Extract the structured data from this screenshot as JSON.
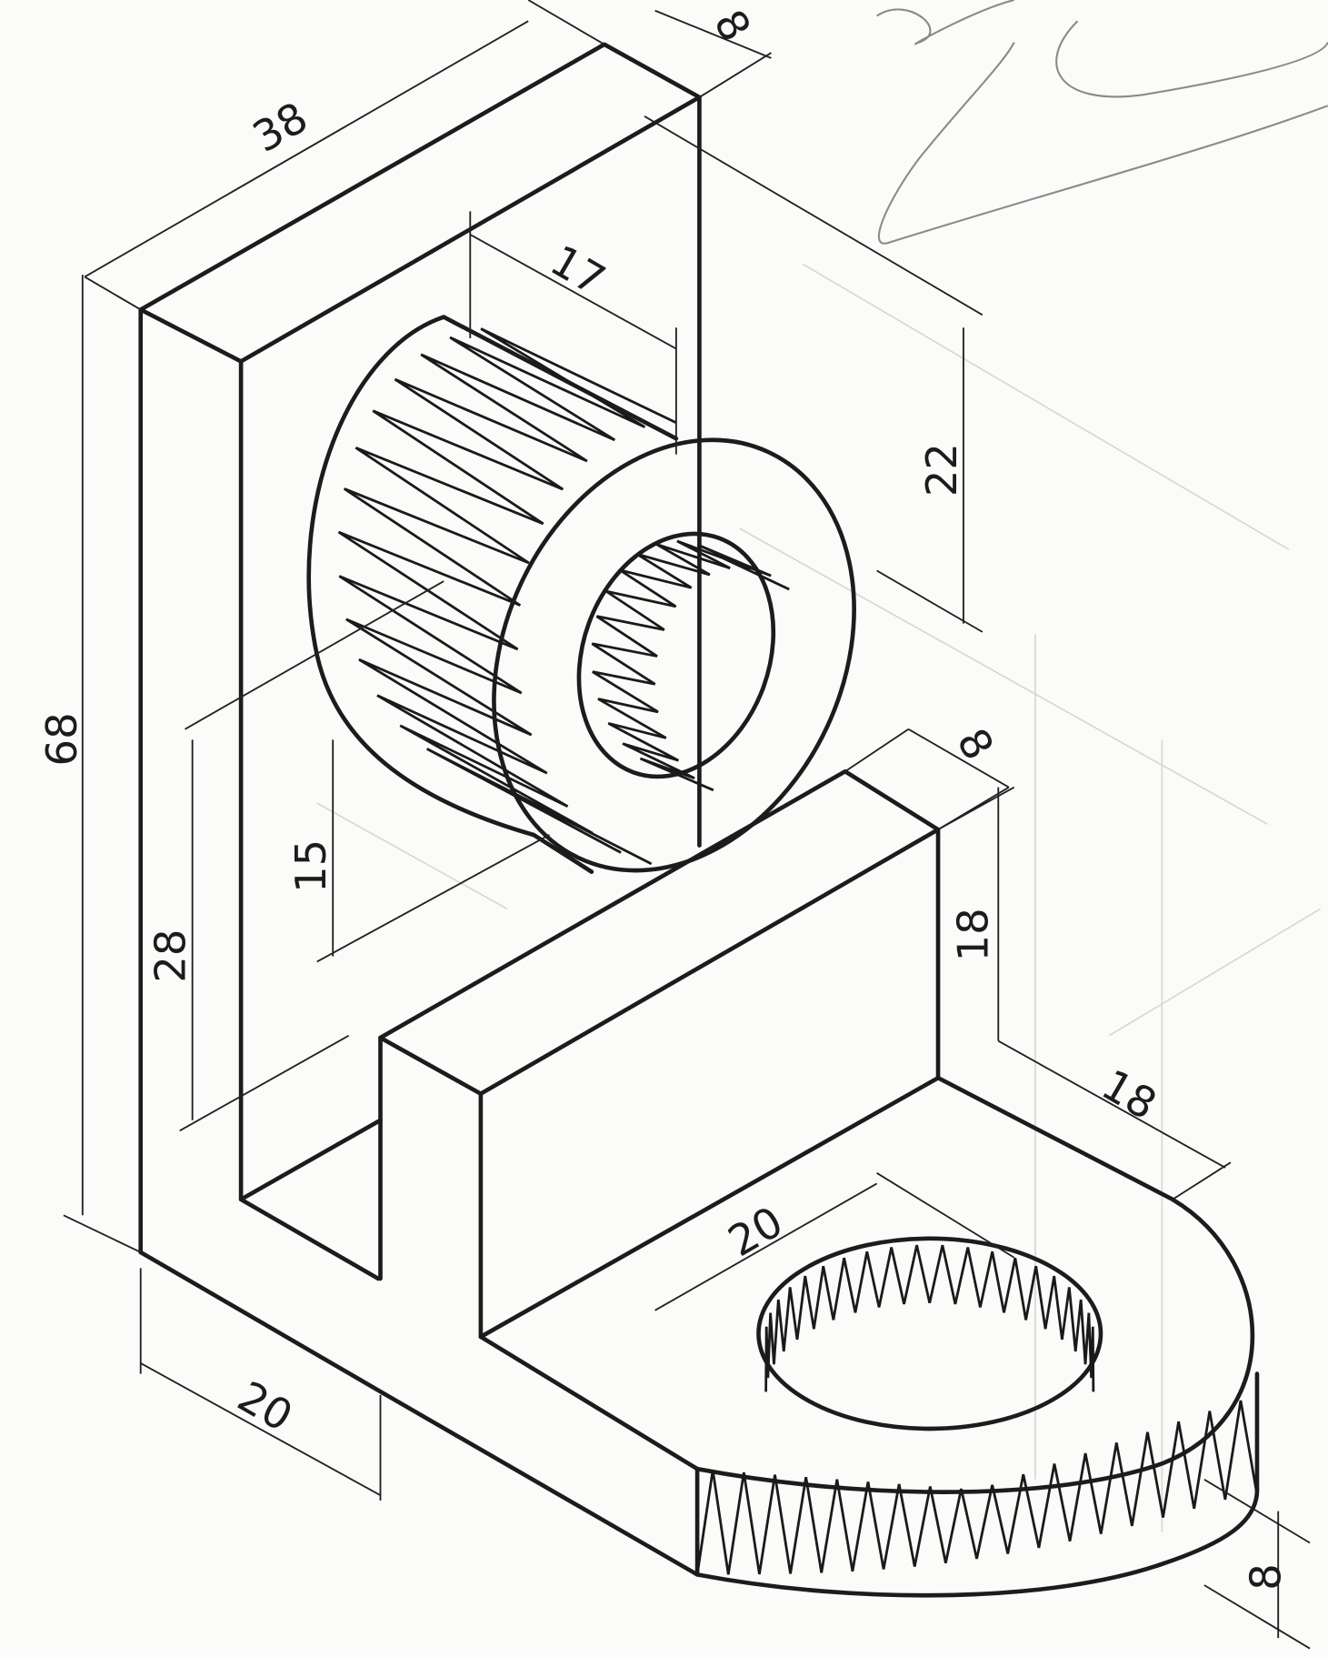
{
  "drawing": {
    "title": "Isometric bracket with bushing",
    "dimensions": {
      "back_width": "38",
      "back_thickness": "8",
      "boss_length": "17",
      "boss_height": "22",
      "total_height": "68",
      "boss_center_height": "28",
      "hole_offset": "15",
      "rib_thickness": "8",
      "rib_height": "18",
      "base_hole_offset": "18",
      "base_hole_diameter": "20",
      "back_depth": "20",
      "base_thickness": "8"
    }
  }
}
